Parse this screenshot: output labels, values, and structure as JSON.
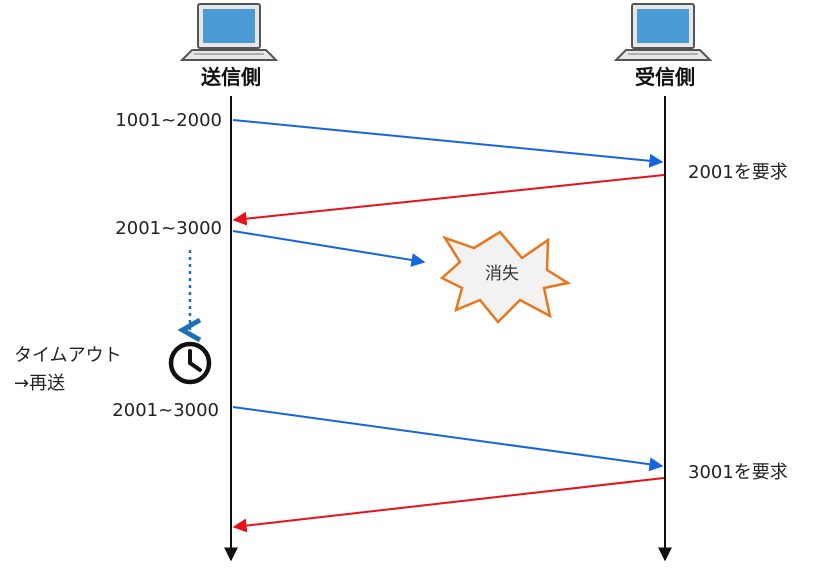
{
  "sender": {
    "label": "送信側",
    "icon": "laptop-icon"
  },
  "receiver": {
    "label": "受信側",
    "icon": "laptop-icon"
  },
  "segments": {
    "first": "1001~2000",
    "second": "2001~3000",
    "resend": "2001~3000"
  },
  "acks": {
    "first": "2001を要求",
    "second": "3001を要求"
  },
  "loss": {
    "label": "消失",
    "icon": "explosion-icon"
  },
  "timeout": {
    "line1": "タイムアウト",
    "line2": "→再送",
    "icon": "clock-icon"
  },
  "colors": {
    "data_arrow": "#1565e0",
    "ack_arrow": "#e8101a",
    "timer_arrow": "#1a6fb5",
    "burst_stroke": "#e8761a",
    "burst_fill": "#f2f2f2"
  }
}
